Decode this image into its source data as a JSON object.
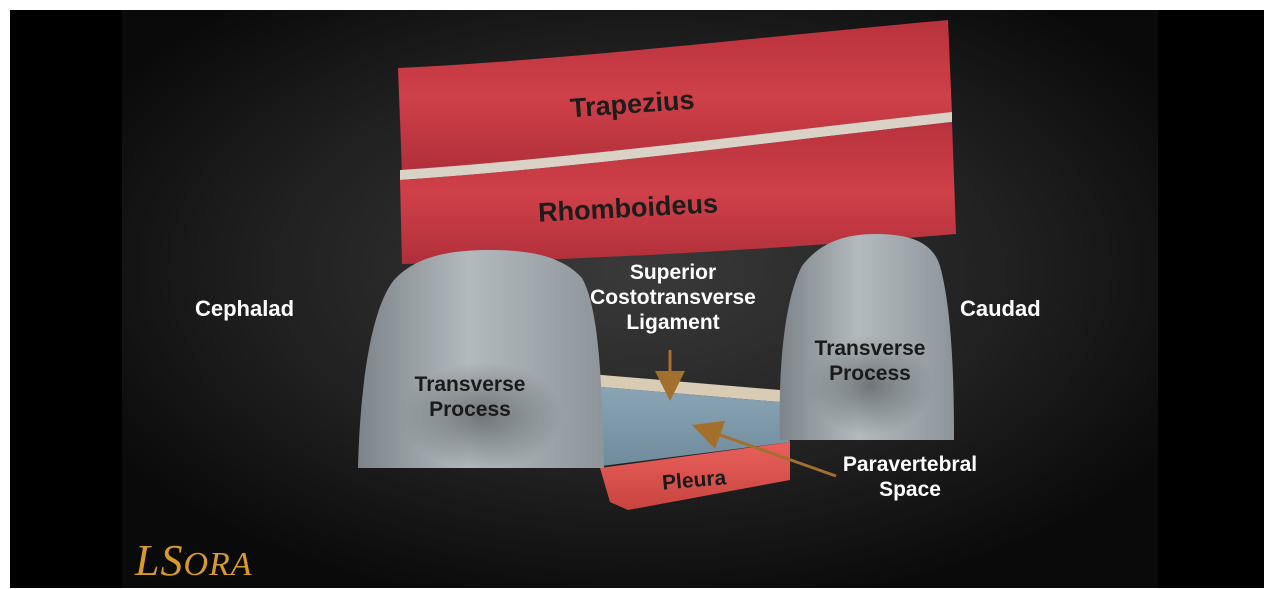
{
  "labels": {
    "trapezius": "Trapezius",
    "rhomboideus": "Rhomboideus",
    "cephalad": "Cephalad",
    "caudad": "Caudad",
    "sctl_line1": "Superior",
    "sctl_line2": "Costotransverse",
    "sctl_line3": "Ligament",
    "tp_left_line1": "Transverse",
    "tp_left_line2": "Process",
    "tp_right_line1": "Transverse",
    "tp_right_line2": "Process",
    "pleura": "Pleura",
    "pvs_line1": "Paravertebral",
    "pvs_line2": "Space"
  },
  "logo": {
    "first": "L",
    "second": "S",
    "rest": "ORA"
  },
  "colors": {
    "muscle": "#c83a45",
    "bone": "#a3aaaf",
    "ligament": "#d8cdb4",
    "space": "#7e99aa",
    "pleura": "#e05552",
    "arrow": "#a26f2c",
    "logo": "#d89a2a"
  }
}
